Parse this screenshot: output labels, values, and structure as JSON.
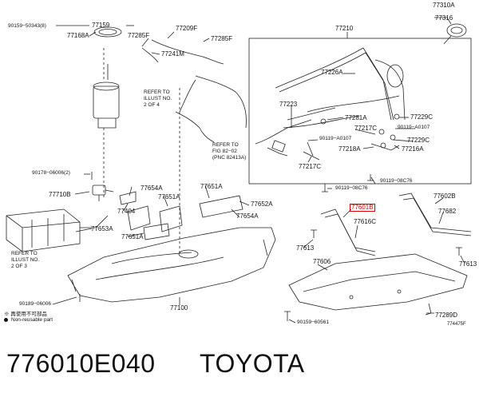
{
  "labels": {
    "p77310A": "77310A",
    "p77316": "77316",
    "p90159_50343": "90159−50343(8)",
    "p77159": "77159",
    "p77168A": "77168A",
    "p77285F_a": "77285F",
    "p77209F": "77209F",
    "p77285F_b": "77285F",
    "p77241M": "77241M",
    "p77210": "77210",
    "p77226A": "77226A",
    "p77223": "77223",
    "p77229C_a": "77229C",
    "p77281A": "77281A",
    "p90119_A0107_a": "90119−A0107",
    "p77217C_a": "77217C",
    "p77229C_b": "77229C",
    "p90119_A0107_b": "90119−A0107",
    "p77218A": "77218A",
    "p77216A": "77216A",
    "p77217C_b": "77217C",
    "p90119_08C76_a": "90119−08C76",
    "p90119_08C76_b": "90119−08C76",
    "p90178_06006": "90178−06006(2)",
    "p77710B": "77710B",
    "p77654A_a": "77654A",
    "p77651A_a": "77651A",
    "p77651A_b": "77651A",
    "p77652A": "77652A",
    "p77404": "77404",
    "p77654A_b": "77654A",
    "p77653A": "77653A",
    "p77651A_c": "77651A",
    "p77602B": "77602B",
    "p77601B": "77601B",
    "p77682": "77682",
    "p77616C": "77616C",
    "p77613_a": "77613",
    "p77613_b": "77613",
    "p77606": "77606",
    "p90189_06006": "90189−06006",
    "p77100": "77100",
    "p77289D": "77289D",
    "p90159_60561": "90159−60561"
  },
  "refs": {
    "ref_top_line1": "REFER TO",
    "ref_top_line2": "ILLUST NO.",
    "ref_top_line3": "2 OF 4",
    "ref_fig_line1": "REFER TO",
    "ref_fig_line2": "FIG 82−02",
    "ref_fig_line3": "(PNC 82413A)",
    "ref_bot_line1": "REFER TO",
    "ref_bot_line2": "ILLUST NO.",
    "ref_bot_line3": "2 OF 3"
  },
  "legend": {
    "reusable_marker": "※",
    "reusable_text": "再使用不可部品",
    "nonreusable_text": "Non-reusable part"
  },
  "figure_id": "774475F",
  "footer": {
    "part_number": "776010E040",
    "brand": "TOYOTA"
  },
  "colors": {
    "line": "#222222",
    "highlight": "#e00000",
    "background": "#ffffff"
  }
}
